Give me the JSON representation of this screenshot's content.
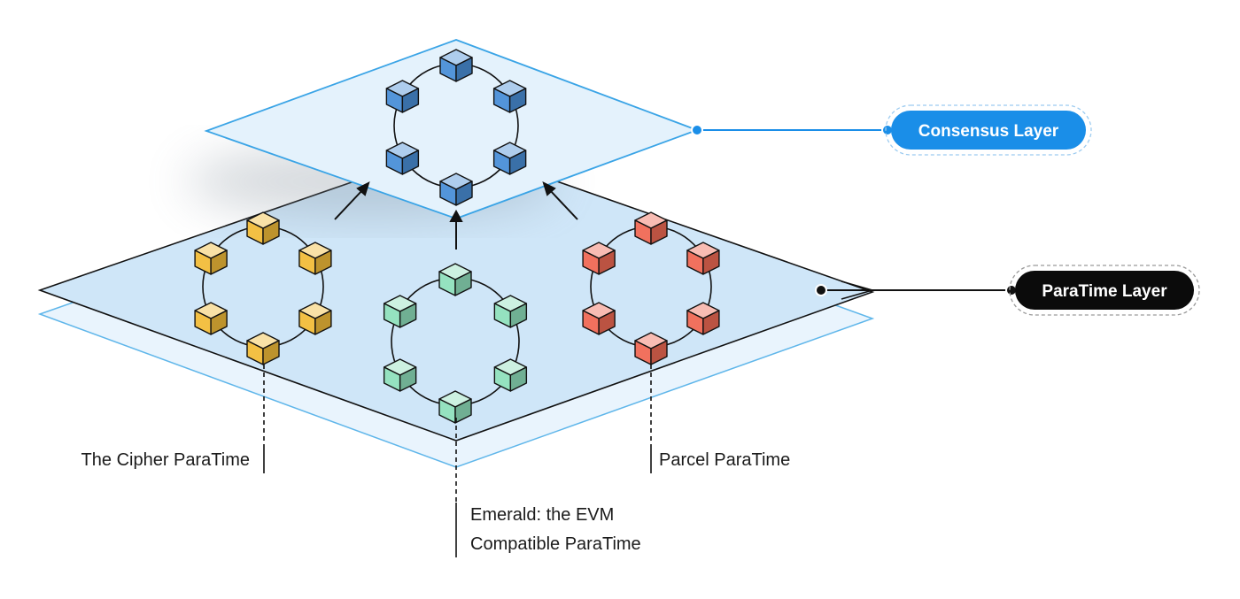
{
  "labels": {
    "consensus": "Consensus Layer",
    "paratime": "ParaTime Layer"
  },
  "captions": {
    "cipher": "The Cipher ParaTime",
    "emerald_line1": "Emerald: the EVM",
    "emerald_line2": "Compatible ParaTime",
    "parcel": "Parcel ParaTime"
  },
  "colors": {
    "consensus_plane": "#e4f2fc",
    "consensus_edge": "#3aa4e6",
    "paratime_plane": "#cfe6f8",
    "paratime_edge": "#111111",
    "back_plane": "#e9f4fd",
    "consensus_pill": "#1a8ee8",
    "paratime_pill": "#0b0b0b",
    "blue_cube": "#4a8fd8",
    "yellow_cube": "#f2bd3a",
    "green_cube": "#8fe0bd",
    "red_cube": "#f06a55"
  },
  "icons": {
    "node": "cube-icon",
    "flow": "arrow-up-icon",
    "connector": "dot-connector-icon"
  }
}
